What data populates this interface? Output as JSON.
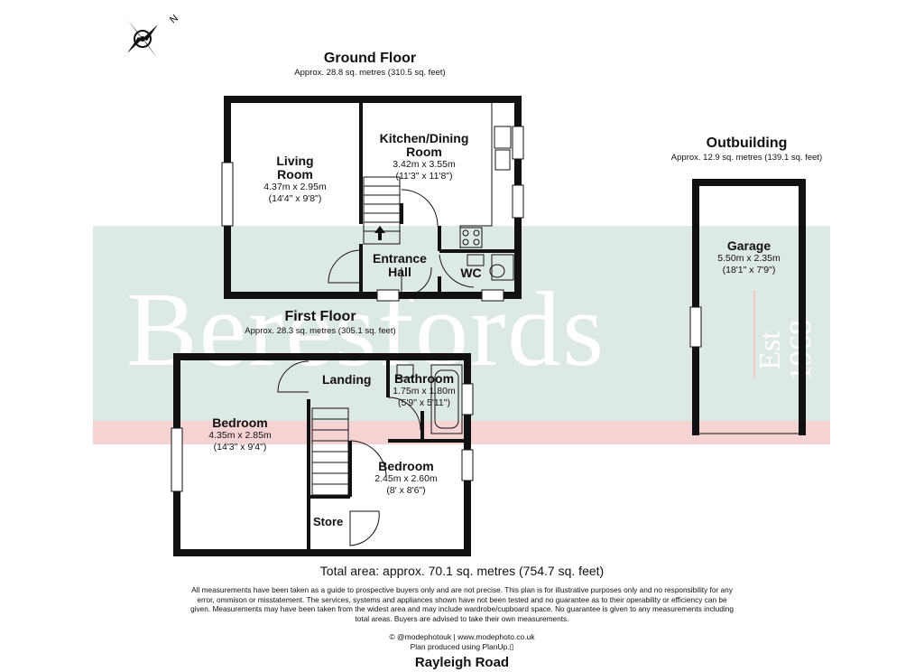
{
  "compass": {
    "north_label": "N",
    "icon": "compass-icon"
  },
  "watermark": {
    "brand": "Beresfords",
    "est": "Est 1968",
    "green": "#dde9e3",
    "pink": "#f6d3d3"
  },
  "ground_floor": {
    "title": "Ground Floor",
    "area": "Approx. 28.8 sq. metres (310.5 sq. feet)",
    "rooms": {
      "living": {
        "name_line1": "Living",
        "name_line2": "Room",
        "metric": "4.37m x 2.95m",
        "imperial": "(14'4\" x 9'8\")"
      },
      "kitchen": {
        "name_line1": "Kitchen/Dining",
        "name_line2": "Room",
        "metric": "3.42m x 3.55m",
        "imperial": "(11'3\" x 11'8\")"
      },
      "hall": {
        "name_line1": "Entrance",
        "name_line2": "Hall"
      },
      "wc": {
        "name": "WC"
      }
    }
  },
  "first_floor": {
    "title": "First Floor",
    "area": "Approx. 28.3 sq. metres (305.1 sq. feet)",
    "rooms": {
      "landing": {
        "name": "Landing"
      },
      "bathroom": {
        "name": "Bathroom",
        "metric": "1.75m x 1.80m",
        "imperial": "(5'9\" x 5'11\")"
      },
      "bedroom1": {
        "name": "Bedroom",
        "metric": "4.35m x 2.85m",
        "imperial": "(14'3\" x 9'4\")"
      },
      "bedroom2": {
        "name": "Bedroom",
        "metric": "2.45m x 2.60m",
        "imperial": "(8' x 8'6\")"
      },
      "store": {
        "name": "Store"
      }
    }
  },
  "outbuilding": {
    "title": "Outbuilding",
    "area": "Approx. 12.9 sq. metres (139.1 sq. feet)",
    "rooms": {
      "garage": {
        "name": "Garage",
        "metric": "5.50m x 2.35m",
        "imperial": "(18'1\" x 7'9\")"
      }
    }
  },
  "total_area": "Total area: approx. 70.1 sq. metres (754.7 sq. feet)",
  "disclaimer": {
    "line1": "All measurements have been taken as a guide to prospective buyers only and are not precise. This plan is for illustrative purposes only and no responsibility for any",
    "line2": "error, ommison or misstatement. The services, systems and appliances shown have not been tested and no guarantee as to their operability or efficiency can be",
    "line3": "given. Measurements may have been taken from the widest area and may include wardrobe/cupboard space. No guarantee is given to any measurements including",
    "line4": "total areas. Buyers are advised to take their own measurements."
  },
  "credits": {
    "line1": "© @modephotouk | www.modephoto.co.uk",
    "line2": "Plan  produced  using  PlanUp.▯"
  },
  "address": "Rayleigh Road"
}
